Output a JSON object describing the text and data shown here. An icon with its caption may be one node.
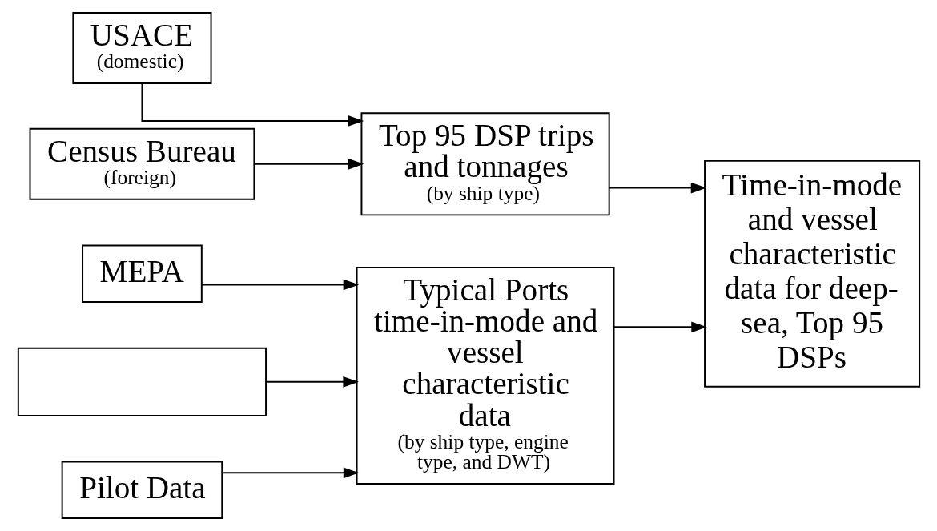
{
  "diagram": {
    "nodes": [
      {
        "text": [
          "USACE",
          "(domestic)"
        ]
      },
      {
        "text": [
          "Census Bureau",
          "(foreign)"
        ]
      },
      {
        "text": [
          "Top 95 DSP trips and tonnages",
          "(by ship type)"
        ]
      },
      {
        "text": [
          "Time-in-mode and vessel characteristic data for deep-sea, Top 95 DSPs"
        ]
      },
      {
        "text": [
          "MEPA"
        ]
      },
      {
        "text": [
          "Typical Ports time-in-mode and vessel characteristic data",
          "(by ship type, engine type, and DWT)"
        ]
      },
      {
        "text": [],
        "shape": "box"
      },
      {
        "text": [
          "Pilot Data"
        ]
      }
    ],
    "edges": [
      {
        "from": 0,
        "to": 2,
        "arrow": "to"
      },
      {
        "from": 1,
        "to": 2,
        "arrow": "to"
      },
      {
        "from": 4,
        "to": 5,
        "arrow": "to"
      },
      {
        "from": 6,
        "to": 5,
        "arrow": "to"
      },
      {
        "from": 7,
        "to": 5,
        "arrow": "to"
      },
      {
        "from": 2,
        "to": 3,
        "arrow": "to"
      },
      {
        "from": 5,
        "to": 3,
        "arrow": "to"
      }
    ]
  }
}
